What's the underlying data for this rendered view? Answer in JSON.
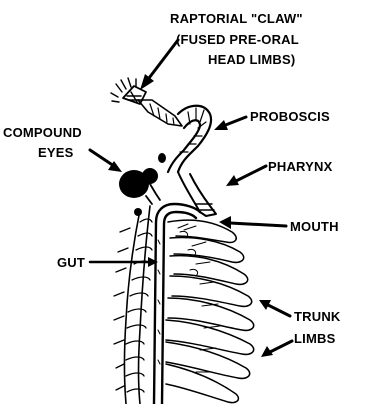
{
  "labels": {
    "claw_line1": "RAPTORIAL \"CLAW\"",
    "claw_line2": "(FUSED PRE-ORAL",
    "claw_line3": "HEAD LIMBS)",
    "proboscis": "PROBOSCIS",
    "compound_eyes_line1": "COMPOUND",
    "compound_eyes_line2": "EYES",
    "pharynx": "PHARYNX",
    "mouth": "MOUTH",
    "gut": "GUT",
    "trunk_limbs_line1": "TRUNK",
    "trunk_limbs_line2": "LIMBS"
  }
}
